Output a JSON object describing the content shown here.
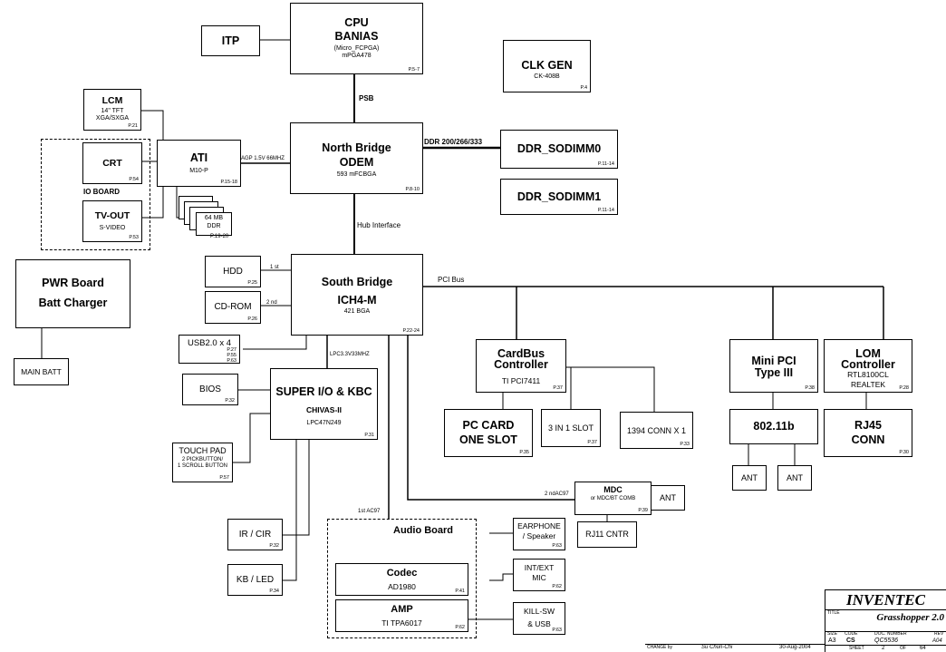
{
  "blocks": {
    "cpu": {
      "title": "CPU",
      "name": "BANIAS",
      "sub1": "(Micro_FCPGA)",
      "sub2": "mPGA478",
      "page": "P.5-7"
    },
    "itp": {
      "title": "ITP"
    },
    "clk": {
      "title": "CLK GEN",
      "sub": "CK-408B",
      "page": "P.4"
    },
    "lcm": {
      "title": "LCM",
      "sub1": "14\" TFT",
      "sub2": "XGA/SXGA",
      "page": "P.21"
    },
    "ati": {
      "title": "ATI",
      "sub": "M10-P",
      "page": "P.15-18"
    },
    "crt": {
      "title": "CRT",
      "page": "P.54"
    },
    "tvout": {
      "title": "TV-OUT",
      "sub": "S-VIDEO",
      "page": "P.53"
    },
    "ioboard": {
      "title": "IO BOARD"
    },
    "vram": {
      "sub1": "64 MB",
      "sub2": "DDR",
      "page": "P.19-20"
    },
    "northbridge": {
      "title1": "North Bridge",
      "title2": "ODEM",
      "sub": "593 mFCBGA",
      "page": "P.8-10"
    },
    "ddr0": {
      "title": "DDR_SODIMM0",
      "page": "P.11-14"
    },
    "ddr1": {
      "title": "DDR_SODIMM1",
      "page": "P.11-14"
    },
    "pwr": {
      "title1": "PWR Board",
      "title2": "Batt Charger"
    },
    "mainbatt": {
      "title": "MAIN BATT"
    },
    "hdd": {
      "title": "HDD",
      "page": "P.25"
    },
    "cdrom": {
      "title": "CD-ROM",
      "page": "P.26"
    },
    "southbridge": {
      "title1": "South Bridge",
      "title2": "ICH4-M",
      "sub": "421 BGA",
      "page": "P.22-24"
    },
    "usb": {
      "title": "USB2.0 x 4",
      "page1": "P.27",
      "page2": "P.55",
      "page3": "P.63"
    },
    "bios": {
      "title": "BIOS",
      "page": "P.32"
    },
    "superio": {
      "title": "SUPER I/O & KBC",
      "sub1": "CHIVAS-II",
      "sub2": "LPC47N249",
      "page": "P.31"
    },
    "touchpad": {
      "title": "TOUCH PAD",
      "sub1": "2 PICKBUTTON/",
      "sub2": "1 SCROLL BUTTON",
      "page": "P.57"
    },
    "ircir": {
      "title": "IR / CIR",
      "page": "P.32"
    },
    "kbled": {
      "title": "KB / LED",
      "page": "P.34"
    },
    "cardbus": {
      "title1": "CardBus",
      "title2": "Controller",
      "sub": "TI  PCI7411",
      "page": "P.37"
    },
    "pccard": {
      "title1": "PC CARD",
      "title2": "ONE SLOT",
      "page": "P.35"
    },
    "slot3in1": {
      "title": "3 IN 1 SLOT",
      "page": "P.37"
    },
    "conn1394": {
      "title": "1394 CONN X 1",
      "page": "P.33"
    },
    "minipci": {
      "title1": "Mini PCI",
      "title2": "Type III",
      "page": "P.38"
    },
    "wlan": {
      "title": "802.11b"
    },
    "ant1": {
      "title": "ANT"
    },
    "ant2": {
      "title": "ANT"
    },
    "lom": {
      "title1": "LOM",
      "title2": "Controller",
      "sub1": "RTL8100CL",
      "sub2": "REALTEK",
      "page": "P.28"
    },
    "rj45": {
      "title1": "RJ45",
      "title2": "CONN",
      "page": "P.30"
    },
    "mdc": {
      "title": "MDC",
      "sub": "or MDC/BT COMB",
      "page": "P.39"
    },
    "ant3": {
      "title": "ANT"
    },
    "rj11": {
      "title": "RJ11 CNTR"
    },
    "audioboard": {
      "title": "Audio  Board"
    },
    "codec": {
      "title": "Codec",
      "sub": "AD1980",
      "page": "P.41"
    },
    "amp": {
      "title": "AMP",
      "sub": "TI TPA6017",
      "page": "P.62"
    },
    "earphone": {
      "title1": "EARPHONE",
      "title2": "/ Speaker",
      "page": "P.63"
    },
    "intmic": {
      "title1": "INT/EXT",
      "title2": "MIC",
      "page": "P.62"
    },
    "killsw": {
      "title1": "KILL-SW",
      "title2": "& USB",
      "page": "P.63"
    }
  },
  "labels": {
    "psb": "PSB",
    "ddr_bus": "DDR 200/266/333",
    "agp": "AGP 1.5V 66MHZ",
    "hub": "Hub Interface",
    "pci": "PCI Bus",
    "lpc": "LPC3.3V33MHZ",
    "hdd_1st": "1 st",
    "cd_2nd": "2 nd",
    "ac97_1st": "1st AC97",
    "ac97_2nd": "2 ndAC97"
  },
  "titleblock": {
    "company": "INVENTEC",
    "title_lbl": "TITLE",
    "title": "Grasshopper 2.0",
    "size_lbl": "SIZE",
    "size": "A3",
    "code_lbl": "CODE",
    "code": "CS",
    "doc_lbl": "DOC. NUMBER",
    "doc": "QC5536",
    "rev_lbl": "REV",
    "rev": "A04",
    "change_lbl": "CHANGE by",
    "author": "Su Chun-Chi",
    "date": "30-Aug-2004",
    "sheet_lbl": "SHEET",
    "sheet": "2",
    "of_lbl": "OF",
    "total": "64"
  }
}
